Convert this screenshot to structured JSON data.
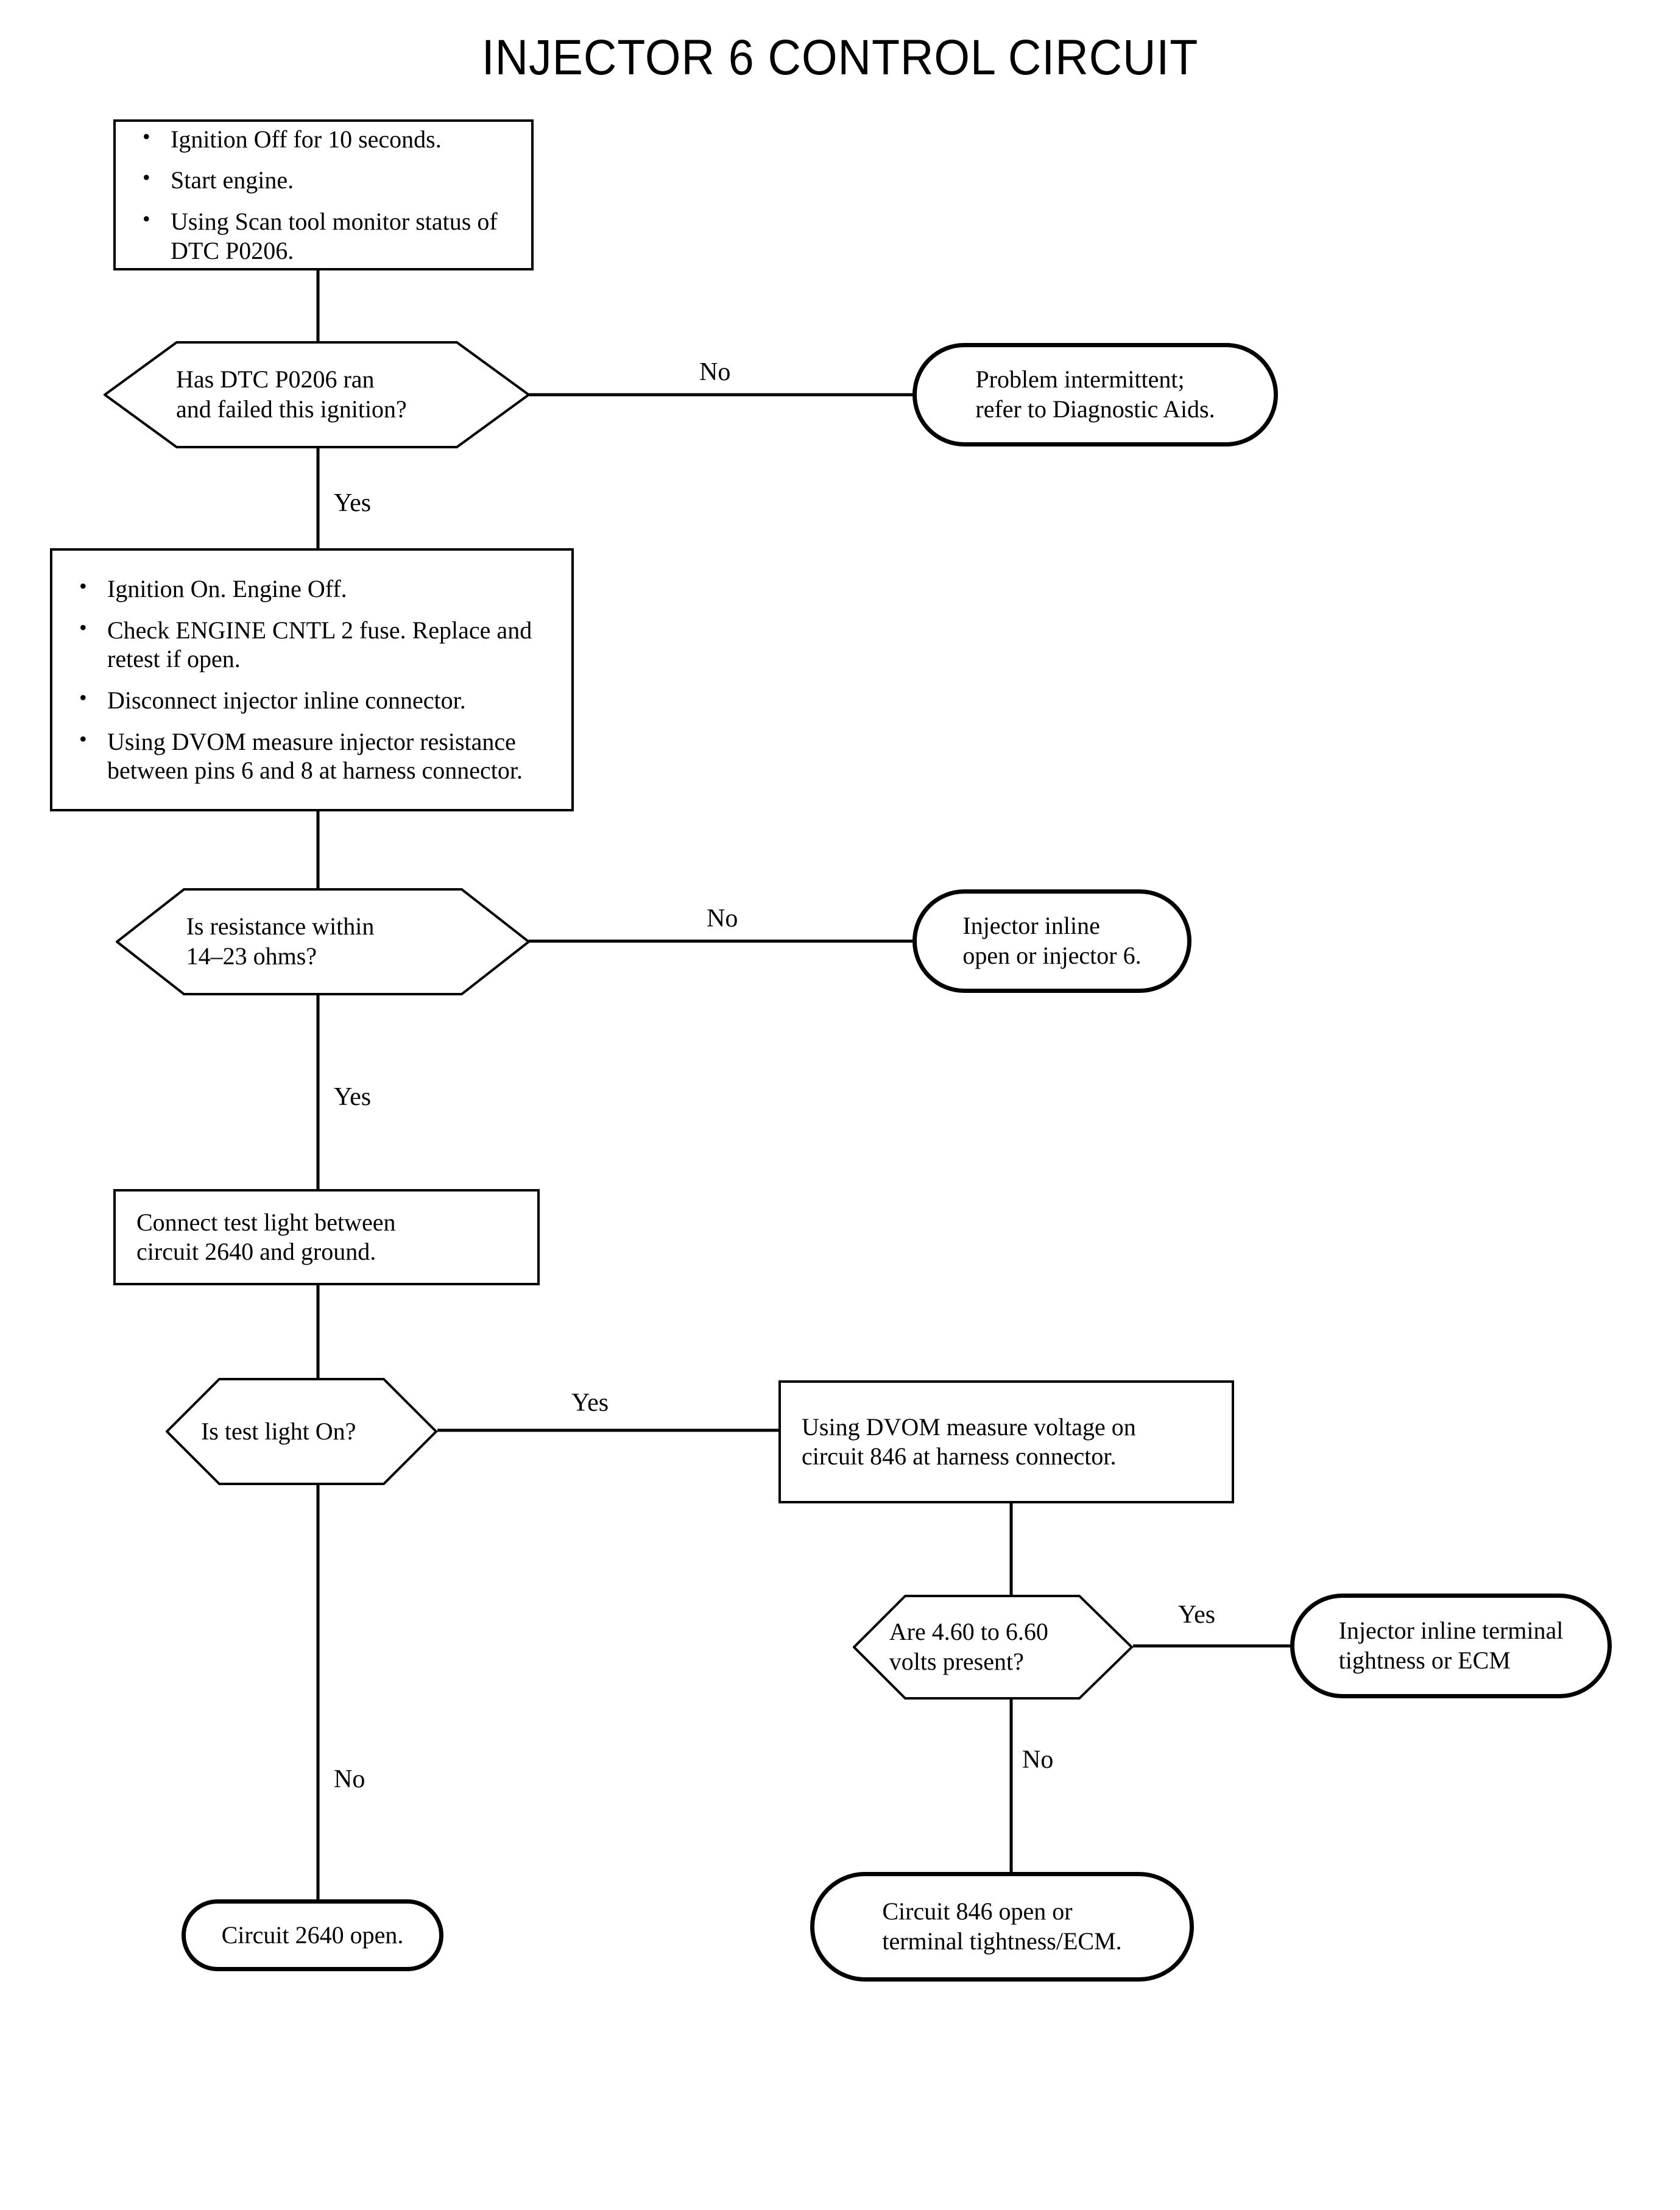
{
  "title": "INJECTOR 6 CONTROL CIRCUIT",
  "nodes": {
    "step1": {
      "type": "process",
      "bullets": [
        "Ignition Off for 10 seconds.",
        "Start engine.",
        "Using Scan tool monitor status of DTC P0206."
      ]
    },
    "decision1": {
      "type": "decision",
      "line1": "Has DTC P0206 ran",
      "line2": "and failed this ignition?"
    },
    "result1": {
      "type": "terminator",
      "line1": "Problem intermittent;",
      "line2": "refer to Diagnostic Aids."
    },
    "step2": {
      "type": "process",
      "bullets": [
        "Ignition On. Engine Off.",
        "Check ENGINE CNTL 2 fuse. Replace and retest if open.",
        "Disconnect injector inline connector.",
        "Using DVOM measure injector resistance between pins 6 and 8 at harness connector."
      ]
    },
    "decision2": {
      "type": "decision",
      "line1": "Is resistance within",
      "line2": "14–23 ohms?"
    },
    "result2": {
      "type": "terminator",
      "line1": "Injector inline",
      "line2": "open or injector 6."
    },
    "step3": {
      "type": "process",
      "line1": "Connect test light between",
      "line2": "circuit 2640 and ground."
    },
    "decision3": {
      "type": "decision",
      "line1": "Is test light On?",
      "line2": ""
    },
    "step4": {
      "type": "process",
      "line1": "Using DVOM measure voltage on",
      "line2": "circuit 846 at harness connector."
    },
    "decision4": {
      "type": "decision",
      "line1": "Are 4.60 to 6.60",
      "line2": "volts present?"
    },
    "result4": {
      "type": "terminator",
      "line1": "Injector inline terminal",
      "line2": "tightness or ECM"
    },
    "result3": {
      "type": "terminator",
      "line1": "Circuit 2640 open.",
      "line2": ""
    },
    "result5": {
      "type": "terminator",
      "line1": "Circuit 846 open or",
      "line2": "terminal tightness/ECM."
    }
  },
  "branch_labels": {
    "d1_no": "No",
    "d1_yes": "Yes",
    "d2_no": "No",
    "d2_yes": "Yes",
    "d3_yes": "Yes",
    "d3_no": "No",
    "d4_yes": "Yes",
    "d4_no": "No"
  },
  "colors": {
    "ink": "#000000",
    "paper": "#ffffff"
  }
}
